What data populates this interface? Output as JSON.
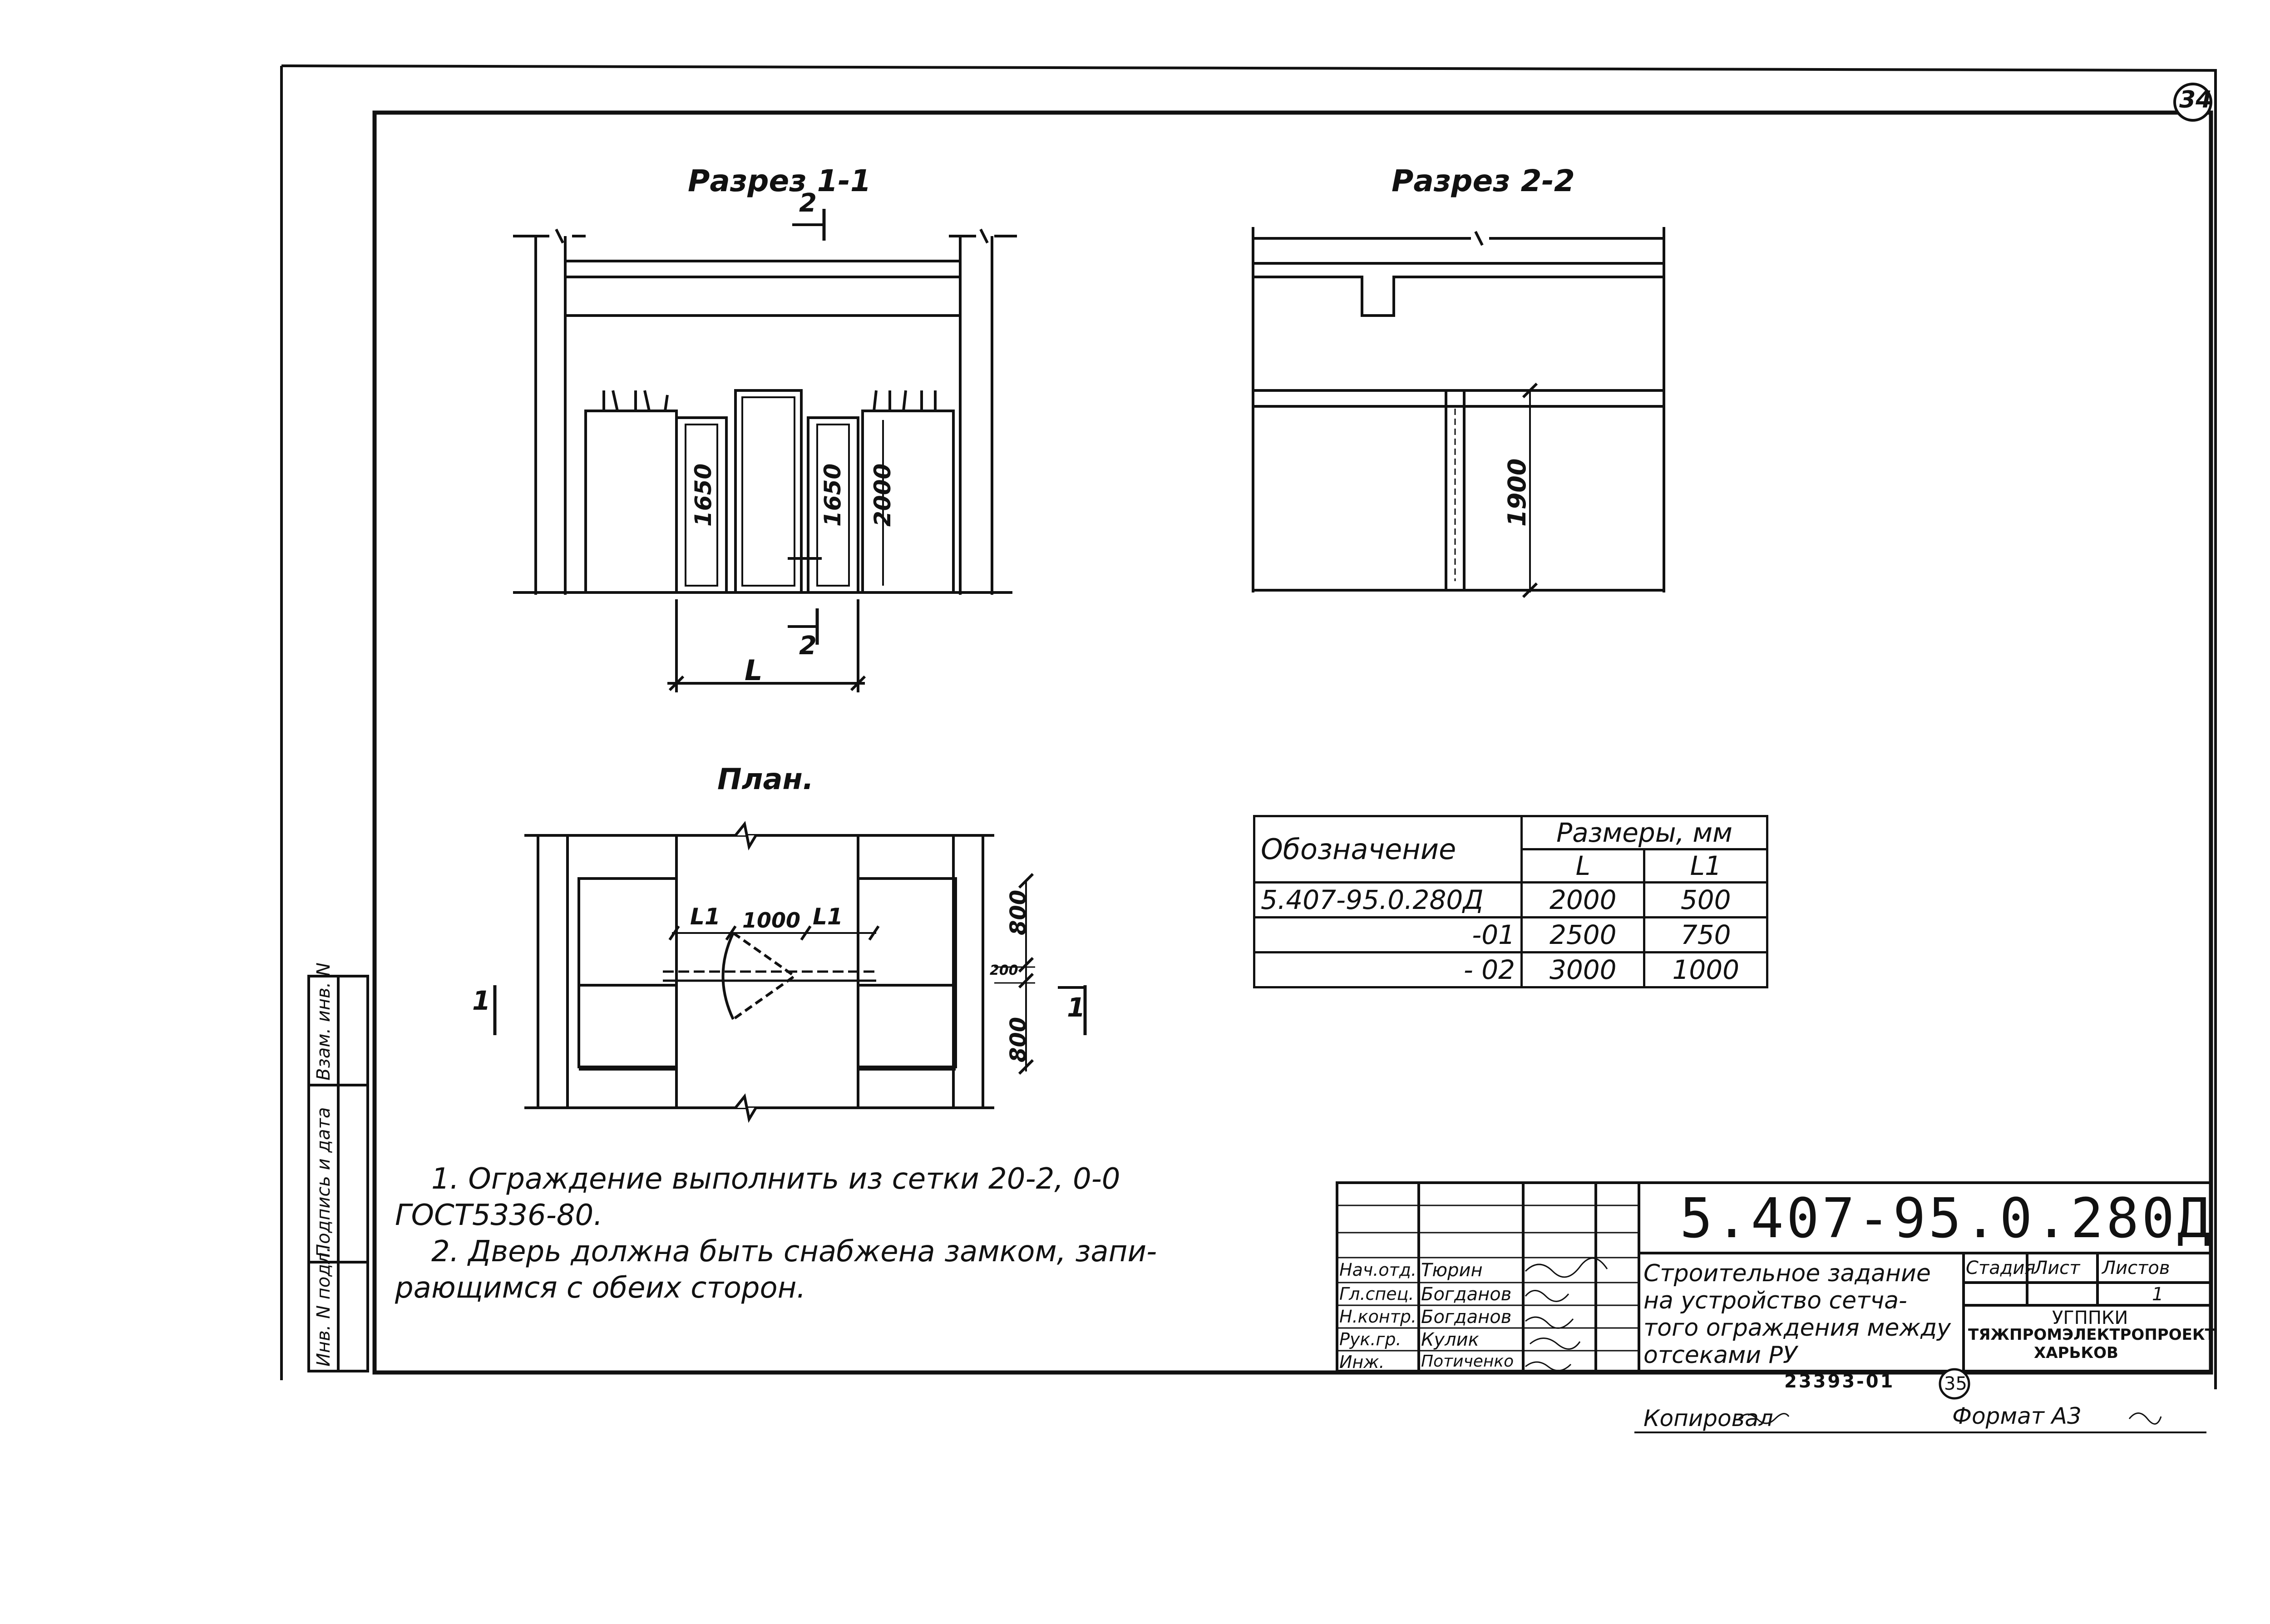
{
  "sheet_number": "34",
  "views": {
    "section_1_title": "Разрез 1-1",
    "section_2_title": "Разрез 2-2",
    "plan_title": "План.",
    "section_1": {
      "cut_mark_top": "2",
      "cut_mark_bottom": "2",
      "dim_left": "1650",
      "dim_right": "1650",
      "dim_height": "2000",
      "dim_width": "L"
    },
    "section_2": {
      "dim_height": "1900"
    },
    "plan": {
      "dim_l1_left": "L1",
      "dim_center": "1000",
      "dim_l1_right": "L1",
      "dim_top": "800",
      "dim_mid": "200",
      "dim_bottom": "800",
      "cut_left": "1",
      "cut_right": "1"
    }
  },
  "spec_table": {
    "header_designation": "Обозначение",
    "header_sizes": "Размеры, мм",
    "header_L": "L",
    "header_L1": "L1",
    "rows": [
      {
        "designation": "5.407-95.0.280Д",
        "L": "2000",
        "L1": "500"
      },
      {
        "designation": "-01",
        "L": "2500",
        "L1": "750"
      },
      {
        "designation": "- 02",
        "L": "3000",
        "L1": "1000"
      }
    ]
  },
  "notes": {
    "note1_line1": "1. Ограждение выполнить из сетки 20-2, 0-0",
    "note1_line2": "ГОСТ5336-80.",
    "note2_line1": "2. Дверь должна быть снабжена замком, запи-",
    "note2_line2": "рающимся с обеих сторон."
  },
  "side_stamp": {
    "col1": "Инв. N подл.",
    "col2": "Подпись и дата",
    "col3": "Взам. инв. N"
  },
  "title_block": {
    "doc_number": "5.407-95.0.280Д",
    "roles": [
      {
        "role": "Нач.отд.",
        "name": "Тюрин"
      },
      {
        "role": "Гл.спец.",
        "name": "Богданов"
      },
      {
        "role": "Н.контр.",
        "name": "Богданов"
      },
      {
        "role": "Рук.гр.",
        "name": "Кулик"
      },
      {
        "role": "Инж.",
        "name": "Потиченко"
      }
    ],
    "description_lines": [
      "Строительное задание",
      "на устройство сетча-",
      "того ограждения между",
      "отсеками РУ"
    ],
    "stage_label": "Стадия",
    "sheet_label": "Лист",
    "sheets_label": "Листов",
    "sheets_value": "1",
    "org_line1": "УГППКИ",
    "org_line2": "ТЯЖПРОМЭЛЕКТРОПРОЕКТ",
    "org_line3": "ХАРЬКОВ"
  },
  "bottom": {
    "inv_number": "23393-01",
    "page_circle": "35",
    "copied_label": "Копировал",
    "format_label": "Формат А3"
  }
}
